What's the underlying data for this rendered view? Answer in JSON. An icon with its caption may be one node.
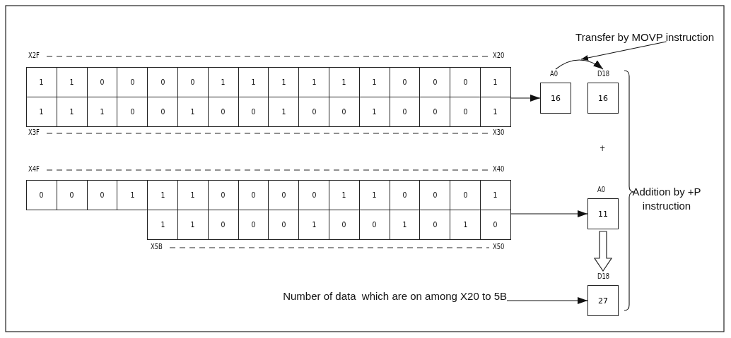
{
  "diagram": {
    "nodes": [
      {
        "text": [
          "1",
          "1",
          "0",
          "0",
          "0",
          "0",
          "1",
          "1",
          "1",
          "1",
          "1",
          "1",
          "0",
          "0",
          "0",
          "1",
          "1",
          "1",
          "1",
          "0",
          "0",
          "1",
          "0",
          "0",
          "1",
          "0",
          "0",
          "1",
          "0",
          "0",
          "0",
          "1"
        ]
      },
      {
        "text": [
          "16"
        ],
        "beside": [
          "A0"
        ]
      },
      {
        "text": [
          "16"
        ],
        "beside": [
          "D18"
        ]
      },
      {
        "text": [
          "0",
          "0",
          "0",
          "1",
          "1",
          "1",
          "0",
          "0",
          "0",
          "0",
          "1",
          "1",
          "0",
          "0",
          "0",
          "1",
          "1",
          "1",
          "0",
          "0",
          "0",
          "1",
          "0",
          "0",
          "1",
          "0",
          "1",
          "0"
        ]
      },
      {
        "text": [
          "11"
        ],
        "beside": [
          "A0"
        ]
      },
      {
        "text": [
          "27"
        ],
        "beside": [
          "D18"
        ]
      },
      {
        "text": [
          "Number of data  which are on among X20 to 5B"
        ]
      },
      {
        "text": [
          "Transfer by MOVP instruction"
        ]
      }
    ],
    "edges": [
      {
        "from": 0,
        "to": 1,
        "arrow": "to"
      },
      {
        "from": 1,
        "to": 2,
        "arrow": "to"
      },
      {
        "from": 7,
        "to": null,
        "arrow": "to"
      },
      {
        "from": 3,
        "to": 4,
        "arrow": "to"
      },
      {
        "from": 4,
        "to": 5,
        "arrow": "to",
        "style": "thick"
      },
      {
        "from": 6,
        "to": 5,
        "arrow": "to"
      }
    ],
    "labels": [
      "X2F",
      "X20",
      "X3F",
      "X30",
      "+",
      "X4F",
      "X40",
      "Addition by +P instruction",
      "X5B",
      "X50"
    ]
  }
}
